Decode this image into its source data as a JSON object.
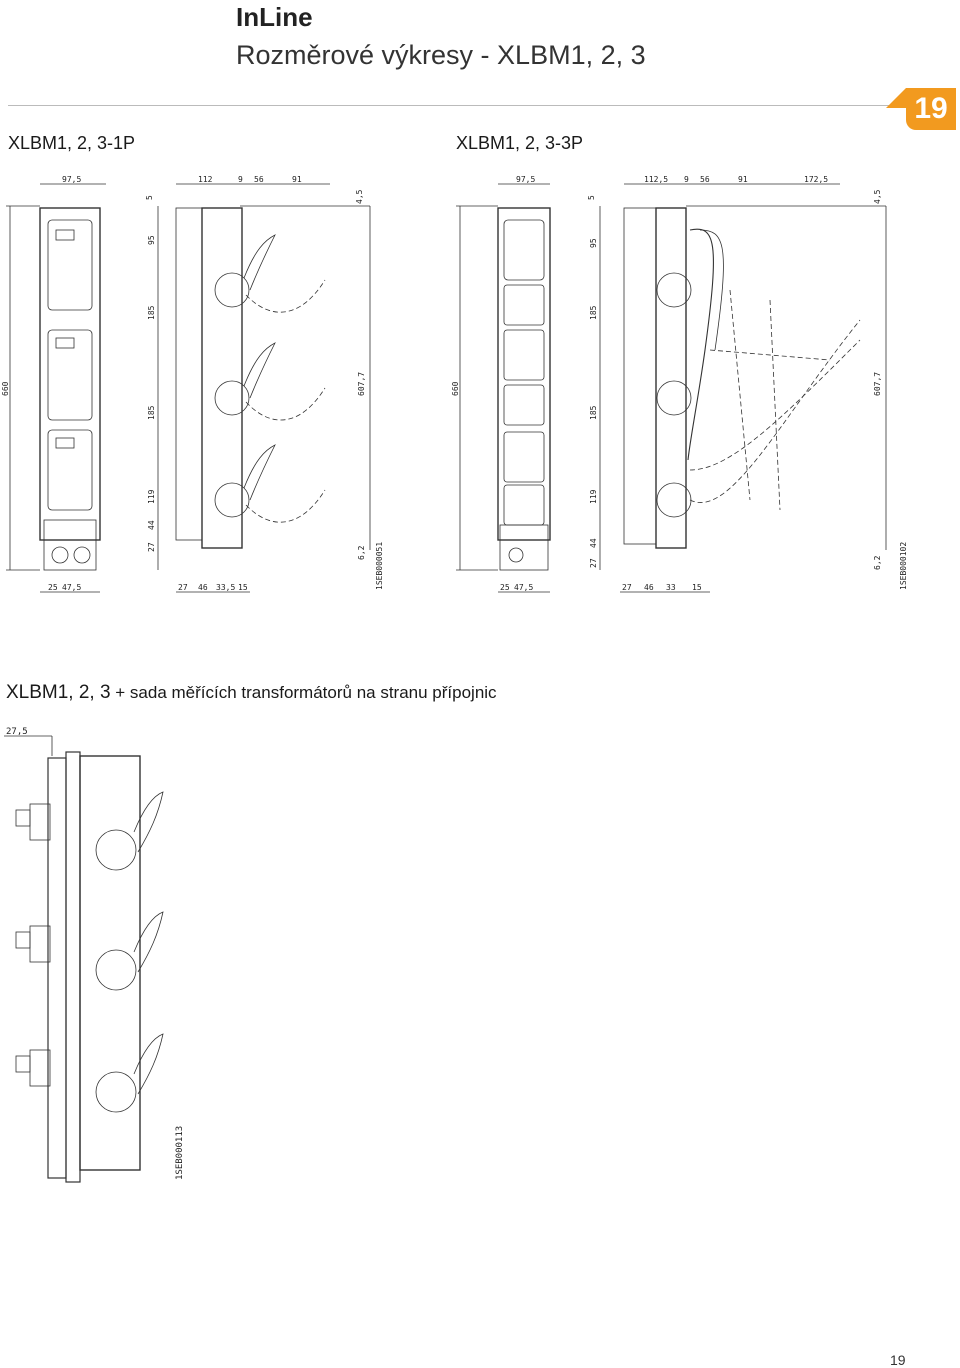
{
  "header": {
    "brand": "InLine",
    "title": "Rozměrové výkresy - XLBM1, 2, 3",
    "tab_number": "19"
  },
  "sections": {
    "single_pole": "XLBM1, 2, 3-1P",
    "three_pole": "XLBM1, 2, 3-3P",
    "transformer_prefix": "XLBM1, 2, 3",
    "transformer_suffix": " + sada měřících transformátorů na stranu přípojnic"
  },
  "drawing_1p": {
    "dim_top_width": "97,5",
    "dim_side_gap": "5",
    "dim_112": "112",
    "dim_9": "9",
    "dim_56": "56",
    "dim_91": "91",
    "dim_4_5": "4,5",
    "dim_total_height": "660",
    "dim_95": "95",
    "dim_185_a": "185",
    "dim_185_b": "185",
    "dim_119": "119",
    "dim_27": "27",
    "dim_44": "44",
    "dim_607_7": "607,7",
    "dim_6_2": "6,2",
    "dim_25": "25",
    "dim_47_5": "47,5",
    "dim_bot_27": "27",
    "dim_bot_46": "46",
    "dim_bot_33_5": "33,5",
    "dim_bot_15": "15",
    "code": "1SEB000051"
  },
  "drawing_3p": {
    "dim_top_width": "97,5",
    "dim_side_gap": "5",
    "dim_112_5": "112,5",
    "dim_9": "9",
    "dim_56": "56",
    "dim_91": "91",
    "dim_172_5": "172,5",
    "dim_4_5": "4,5",
    "dim_total_height": "660",
    "dim_95": "95",
    "dim_185_a": "185",
    "dim_185_b": "185",
    "dim_119": "119",
    "dim_27": "27",
    "dim_44": "44",
    "dim_607_7": "607,7",
    "dim_6_2": "6,2",
    "dim_25": "25",
    "dim_47_5": "47,5",
    "dim_bot_27": "27",
    "dim_bot_46": "46",
    "dim_bot_33": "33",
    "dim_bot_15": "15",
    "code": "1SEB000102"
  },
  "drawing_transformer": {
    "dim_27_5": "27,5",
    "code": "1SEB000113"
  },
  "footer": {
    "page_number": "19"
  }
}
